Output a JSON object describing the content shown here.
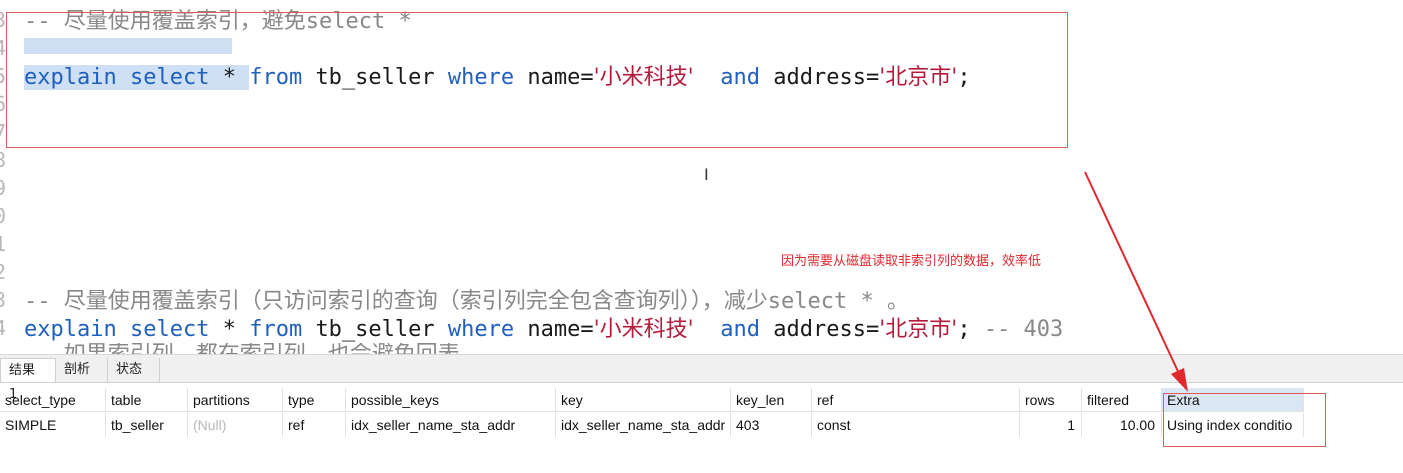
{
  "editor": {
    "line1": {
      "comment": "-- 尽量使用覆盖索引，避免select *"
    },
    "line2": {
      "kw_explain": "explain",
      "kw_select": "select",
      "star": "*",
      "kw_from": "from",
      "table": "tb_seller",
      "kw_where": "where",
      "col_name": "name=",
      "val_name": "'小米科技'",
      "kw_and": "and",
      "col_addr": "address=",
      "val_addr": "'北京市'",
      "end": ";"
    },
    "line3": {
      "comment": "-- 尽量使用覆盖索引（只访问索引的查询（索引列完全包含查询列）），减少select * 。"
    },
    "line4": {
      "kw_explain": "explain",
      "kw_select": "select",
      "star": "*",
      "kw_from": "from",
      "table": "tb_seller",
      "kw_where": "where",
      "col_name": "name=",
      "val_name": "'小米科技'",
      "kw_and": "and",
      "col_addr": "address=",
      "val_addr": "'北京市'",
      "end": ";",
      "comment": "-- 403"
    },
    "line5_partial": "-- 如果索引列，都在索引列，也会避免回表"
  },
  "annotation": {
    "note": "因为需要从磁盘读取非索引列的数据，效率低",
    "color": "#e0282e"
  },
  "tabs": [
    "结果 1",
    "剖析",
    "状态"
  ],
  "results": {
    "columns": [
      "select_type",
      "table",
      "partitions",
      "type",
      "possible_keys",
      "key",
      "key_len",
      "ref",
      "rows",
      "filtered",
      "Extra"
    ],
    "rows": [
      [
        "SIMPLE",
        "tb_seller",
        "(Null)",
        "ref",
        "idx_seller_name_sta_addr",
        "idx_seller_name_sta_addr",
        "403",
        "const",
        "1",
        "10.00",
        "Using index conditio"
      ]
    ]
  }
}
